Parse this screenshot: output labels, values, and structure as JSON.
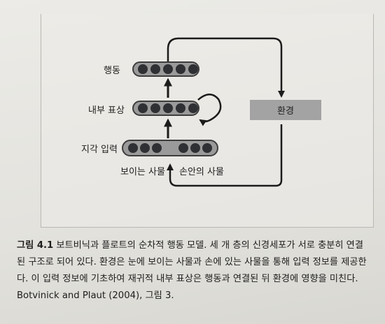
{
  "figure": {
    "labels": {
      "action": "행동",
      "internal": "내부 표상",
      "perceptual": "지각 입력",
      "visible_objects": "보이는 사물",
      "hand_objects": "손안의 사물",
      "environment": "환경"
    },
    "layers": {
      "action_units": 5,
      "internal_units": 5,
      "perceptual_left_units": 3,
      "perceptual_right_units": 3
    }
  },
  "caption": {
    "figure_number": "그림 4.1",
    "text": " 보트비닉과 플로트의 순차적 행동 모델. 세 개 층의 신경세포가 서로 충분히 연결된 구조로 되어 있다. 환경은 눈에 보이는 사물과 손에 있는 사물을 통해 입력 정보를 제공한다. 이 입력 정보에 기초하여 재귀적 내부 표상은 행동과 연결된 뒤 환경에 영향을 미친다. Botvinick and Plaut (2004), 그림 3."
  }
}
